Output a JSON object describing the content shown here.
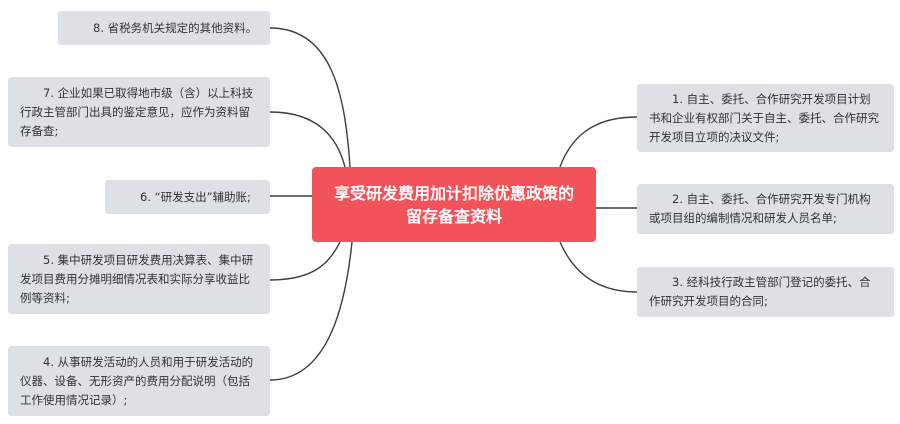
{
  "mindmap": {
    "center": {
      "line1": "享受研发费用加计扣除优惠政策的",
      "line2": "留存备查资料"
    },
    "items": [
      "1. 自主、委托、合作研究开发项目计划书和企业有权部门关于自主、委托、合作研究开发项目立项的决议文件;",
      "2. 自主、委托、合作研究开发专门机构或项目组的编制情况和研发人员名单;",
      "3. 经科技行政主管部门登记的委托、合作研究开发项目的合同;",
      "4. 从事研发活动的人员和用于研发活动的仪器、设备、无形资产的费用分配说明（包括工作使用情况记录）;",
      "5. 集中研发项目研发费用决算表、集中研发项目费用分摊明细情况表和实际分享收益比例等资料;",
      "6. “研发支出”辅助账;",
      "7. 企业如果已取得地市级（含）以上科技行政主管部门出具的鉴定意见，应作为资料留存备查;",
      "8. 省税务机关规定的其他资料。"
    ]
  },
  "colors": {
    "center_fill": "#f2535a",
    "node_fill": "#dde1e5",
    "connector": "#3d3d3d"
  }
}
